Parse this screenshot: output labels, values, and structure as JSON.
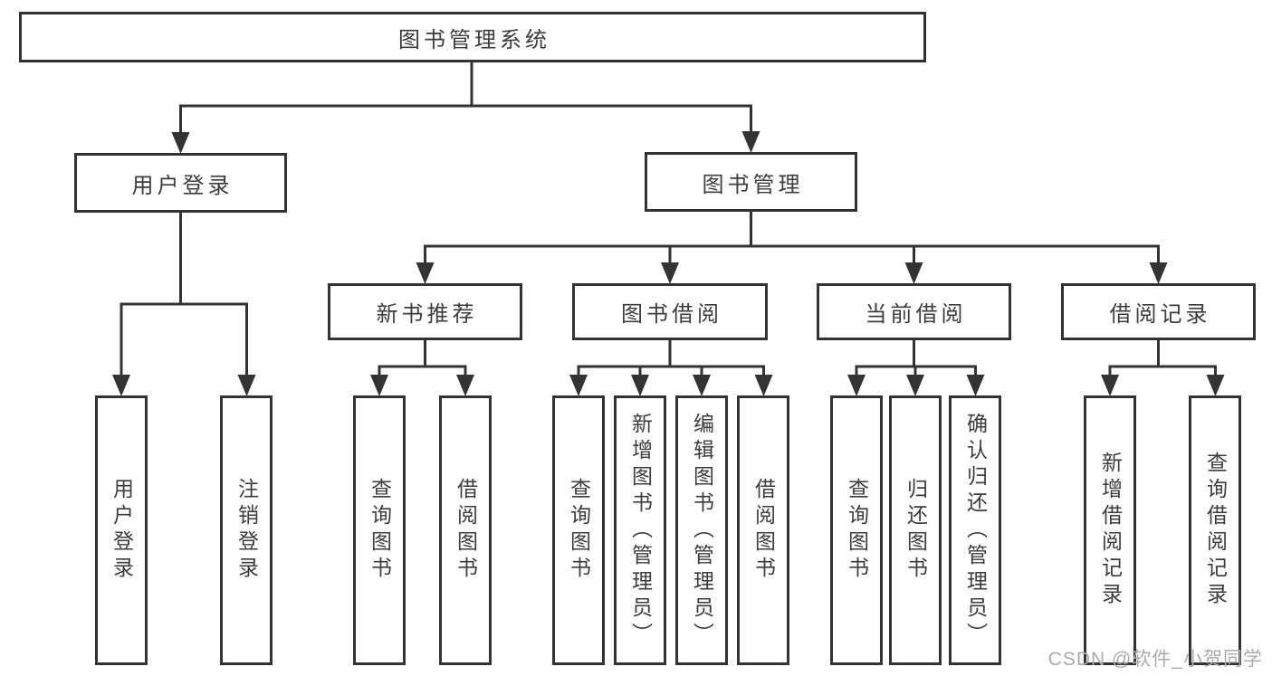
{
  "colors": {
    "line": "#333333",
    "box_border": "#333333",
    "text": "#3c3c3c",
    "watermark_text": "#ababab",
    "background": "#ffffff"
  },
  "nodes": {
    "root": "图书管理系统",
    "user_login": "用户登录",
    "book_mgmt": "图书管理",
    "new_book_rec": "新书推荐",
    "book_borrow": "图书借阅",
    "current_borrow": "当前借阅",
    "borrow_record": "借阅记录",
    "leaf_user_login": "用户登录",
    "leaf_logout": "注销登录",
    "leaf_query_book_a": "查询图书",
    "leaf_borrow_book_a": "借阅图书",
    "leaf_query_book_b": "查询图书",
    "leaf_add_book": "新增图书（管理员）",
    "leaf_edit_book": "编辑图书（管理员）",
    "leaf_borrow_book_b": "借阅图书",
    "leaf_query_book_c": "查询图书",
    "leaf_return_book": "归还图书",
    "leaf_confirm_return": "确认归还（管理员）",
    "leaf_add_record": "新增借阅记录",
    "leaf_query_record": "查询借阅记录"
  },
  "structure": {
    "图书管理系统": {
      "用户登录": [
        "用户登录",
        "注销登录"
      ],
      "图书管理": {
        "新书推荐": [
          "查询图书",
          "借阅图书"
        ],
        "图书借阅": [
          "查询图书",
          "新增图书（管理员）",
          "编辑图书（管理员）",
          "借阅图书"
        ],
        "当前借阅": [
          "查询图书",
          "归还图书",
          "确认归还（管理员）"
        ],
        "借阅记录": [
          "新增借阅记录",
          "查询借阅记录"
        ]
      }
    }
  },
  "watermark": "CSDN @软件_小贺同学"
}
